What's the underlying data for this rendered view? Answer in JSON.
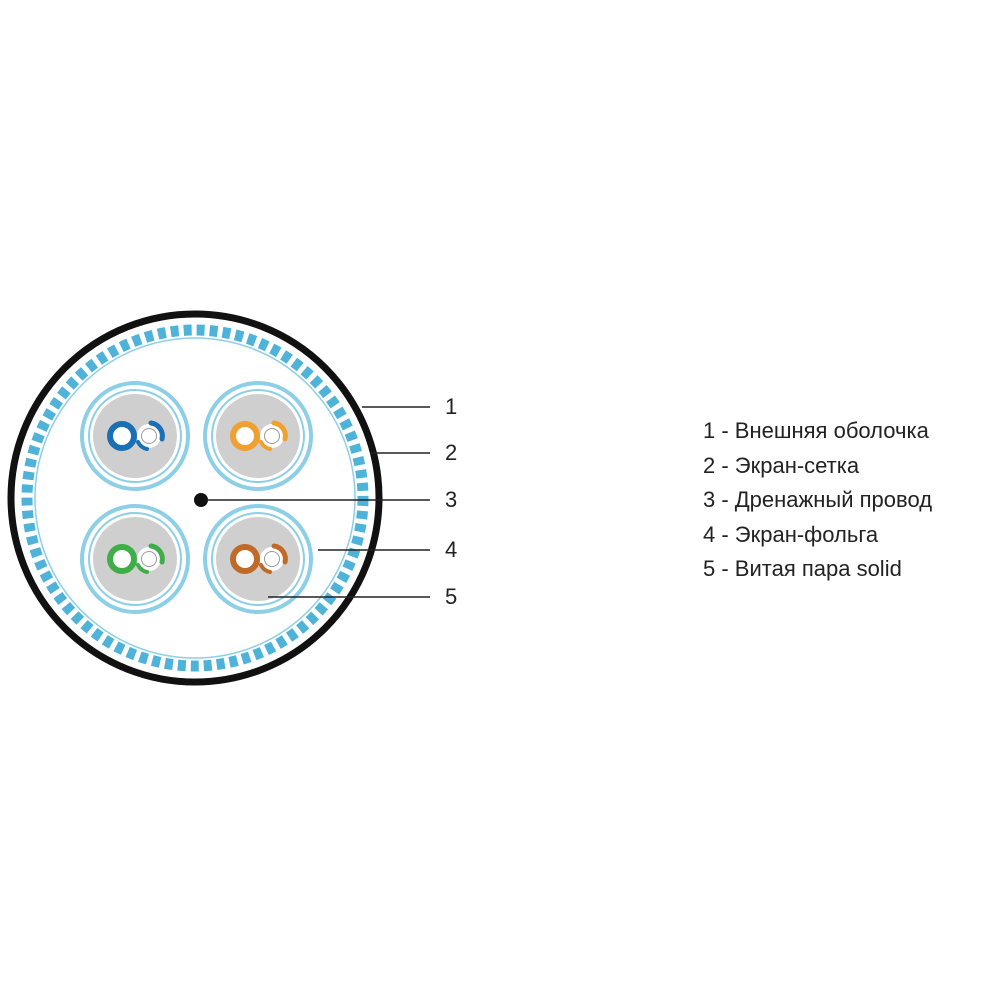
{
  "colors": {
    "jacket": "#111111",
    "braid": "#4fb3d9",
    "foil": "#8ccfe6",
    "pair_background": "#cfcfcf",
    "pair_blue": "#1a6fb5",
    "pair_orange": "#f0a030",
    "pair_green": "#3fae49",
    "pair_brown": "#c06a2a",
    "leader_line": "#222222"
  },
  "callouts": [
    {
      "number": "1"
    },
    {
      "number": "2"
    },
    {
      "number": "3"
    },
    {
      "number": "4"
    },
    {
      "number": "5"
    }
  ],
  "legend": [
    {
      "text": "1 - Внешняя оболочка"
    },
    {
      "text": "2 - Экран-сетка"
    },
    {
      "text": "3 - Дренажный провод"
    },
    {
      "text": "4 - Экран-фольга"
    },
    {
      "text": "5 - Витая пара solid"
    }
  ]
}
